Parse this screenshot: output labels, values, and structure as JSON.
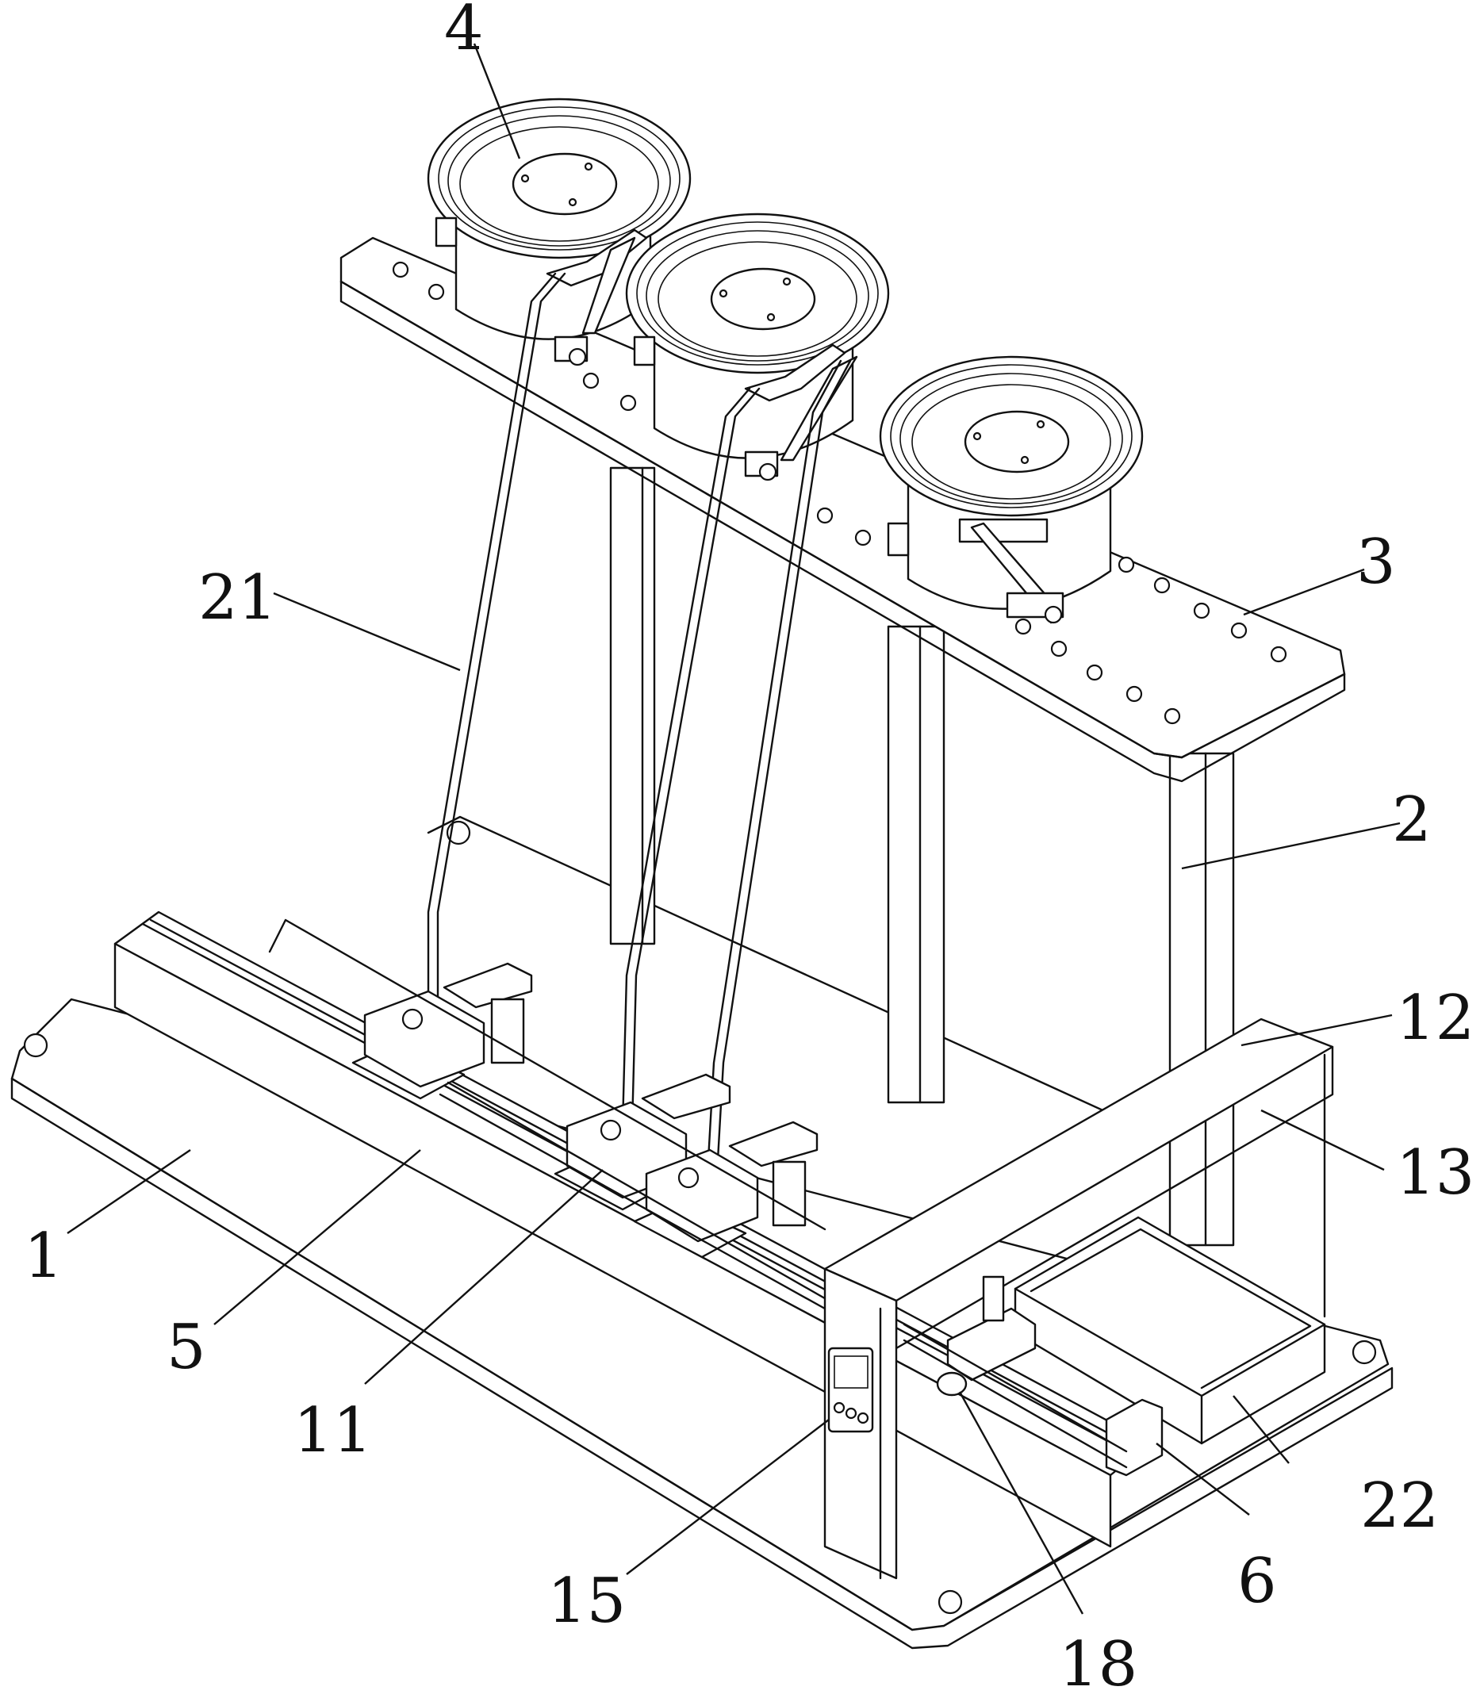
{
  "diagram": {
    "labels": [
      {
        "id": "1",
        "text": "1"
      },
      {
        "id": "2",
        "text": "2"
      },
      {
        "id": "3",
        "text": "3"
      },
      {
        "id": "4",
        "text": "4"
      },
      {
        "id": "5",
        "text": "5"
      },
      {
        "id": "6",
        "text": "6"
      },
      {
        "id": "11",
        "text": "11"
      },
      {
        "id": "12",
        "text": "12"
      },
      {
        "id": "13",
        "text": "13"
      },
      {
        "id": "15",
        "text": "15"
      },
      {
        "id": "18",
        "text": "18"
      },
      {
        "id": "21",
        "text": "21"
      },
      {
        "id": "22",
        "text": "22"
      }
    ]
  }
}
